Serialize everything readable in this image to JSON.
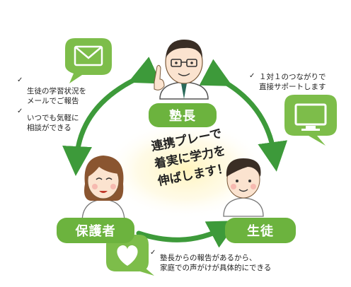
{
  "labels": {
    "cram_school_head": "塾長",
    "guardian": "保護者",
    "student": "生徒"
  },
  "slogan": [
    "連携プレーで",
    "着実に学力を",
    "伸ばします！"
  ],
  "notes": {
    "left_top": [
      "生徒の学習状況を",
      "メールでご報告"
    ],
    "left_bottom": [
      "いつでも気軽に",
      "相談ができる"
    ],
    "right": [
      "１対１のつながりで",
      "直接サポートします"
    ],
    "bottom": [
      "塾長からの報告があるから、",
      "家庭での声がけが具体的にできる"
    ]
  },
  "check_mark": "✓",
  "icons": {
    "mail": "envelope-icon",
    "monitor": "monitor-icon",
    "heart": "heart-icon"
  },
  "colors": {
    "green": "#6cb33e",
    "arrow_green": "#3d9a3a",
    "bubble_green": "#7dbd4a",
    "glow_yellow": "#fff6c8"
  }
}
